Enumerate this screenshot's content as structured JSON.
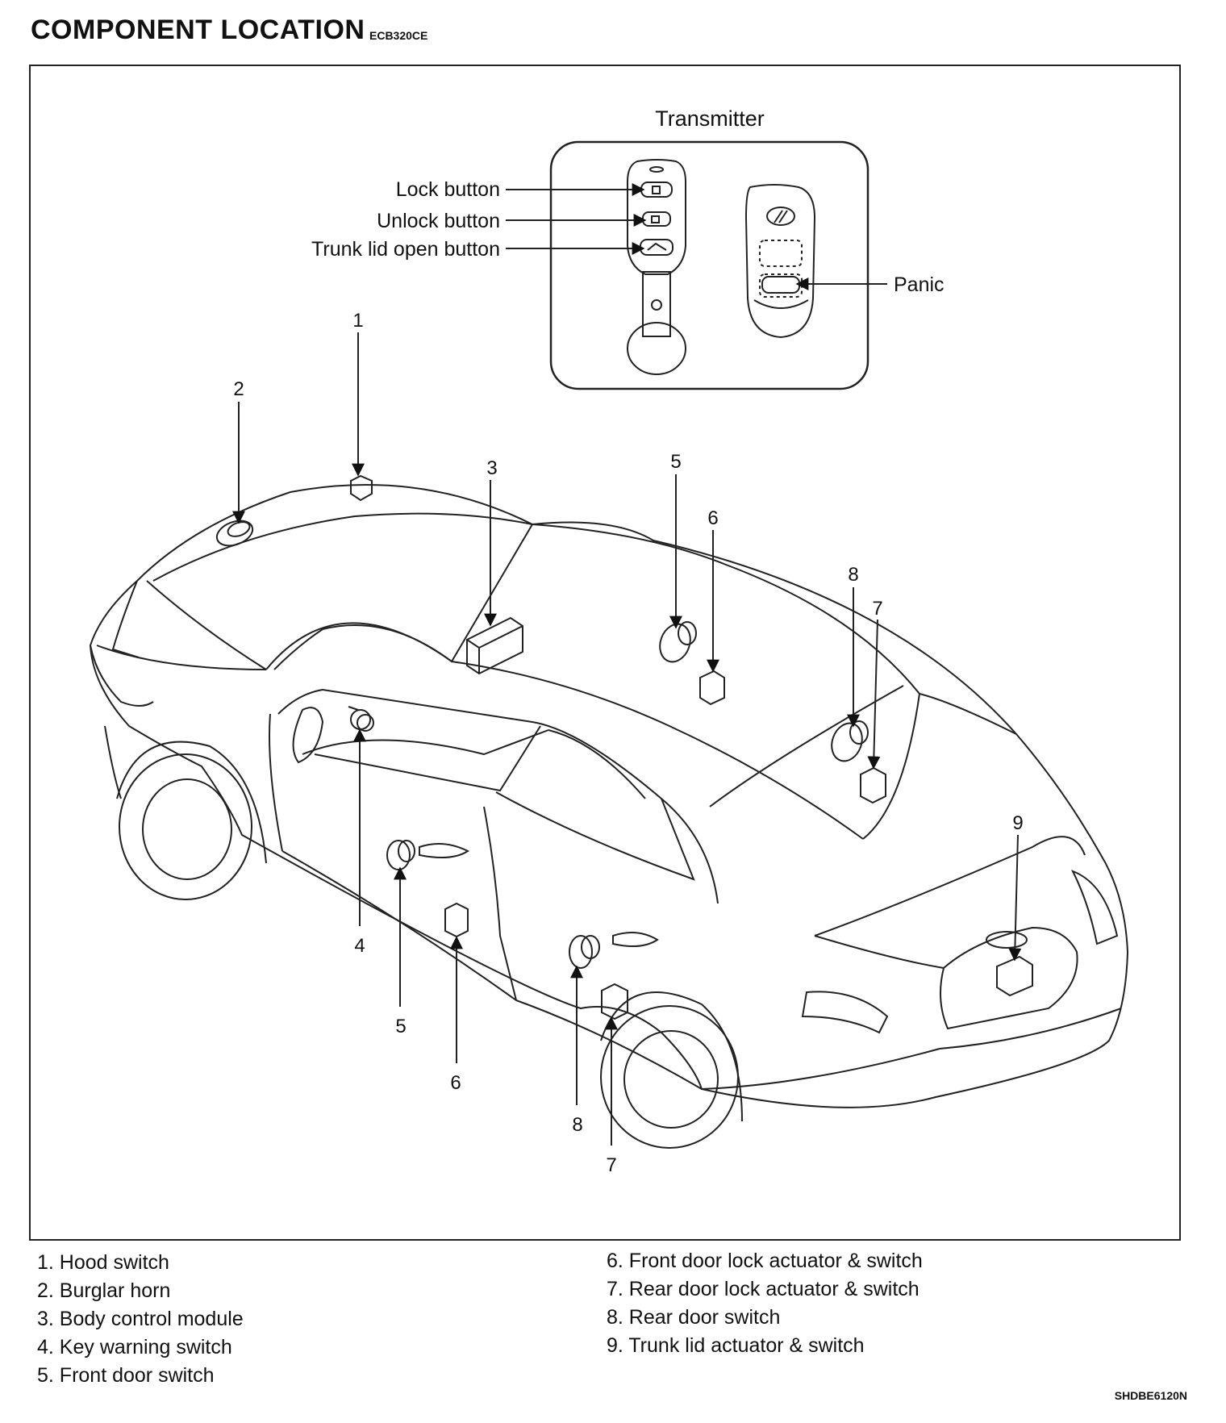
{
  "header": {
    "title": "COMPONENT LOCATION",
    "code": "ECB320CE"
  },
  "transmitter": {
    "title": "Transmitter",
    "labels": {
      "lock": "Lock button",
      "unlock": "Unlock button",
      "trunk": "Trunk lid open button",
      "panic": "Panic"
    }
  },
  "callouts": [
    "1",
    "2",
    "3",
    "4",
    "5",
    "5",
    "6",
    "6",
    "7",
    "7",
    "8",
    "8",
    "9"
  ],
  "legend": {
    "left": [
      "1. Hood switch",
      "2. Burglar horn",
      "3. Body control module",
      "4. Key warning switch",
      "5. Front door switch"
    ],
    "right": [
      "6. Front door lock actuator & switch",
      "7. Rear door lock actuator & switch",
      "8. Rear door switch",
      "9. Trunk lid actuator & switch"
    ]
  },
  "figure_code": "SHDBE6120N",
  "icons": [
    "hyundai-logo-icon",
    "lock-glyph-icon",
    "unlock-glyph-icon",
    "trunk-glyph-icon"
  ]
}
